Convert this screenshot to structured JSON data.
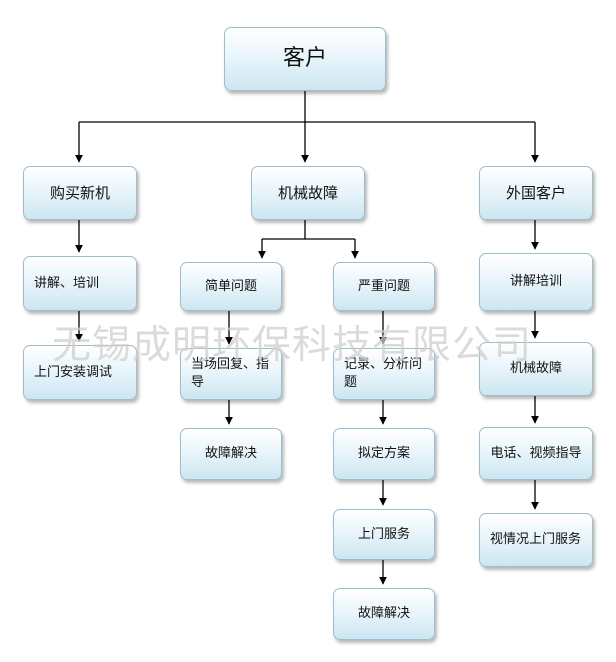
{
  "root": "客户",
  "branches": {
    "purchase": {
      "title": "购买新机",
      "steps": [
        "讲解、培训",
        "上门安装调试"
      ]
    },
    "fault": {
      "title": "机械故障",
      "simple": {
        "title": "简单问题",
        "steps": [
          "当场回复、指导",
          "故障解决"
        ]
      },
      "serious": {
        "title": "严重问题",
        "steps": [
          "记录、分析问题",
          "拟定方案",
          "上门服务",
          "故障解决"
        ]
      }
    },
    "foreign": {
      "title": "外国客户",
      "steps": [
        "讲解培训",
        "机械故障",
        "电话、视频指导",
        "视情况上门服务"
      ]
    }
  },
  "watermark": "无锡成明环保科技有限公司",
  "colors": {
    "node_border": "#9fbccd",
    "node_fill_top": "#ffffff",
    "node_fill_bottom": "#cde6f1",
    "line": "#000000"
  }
}
